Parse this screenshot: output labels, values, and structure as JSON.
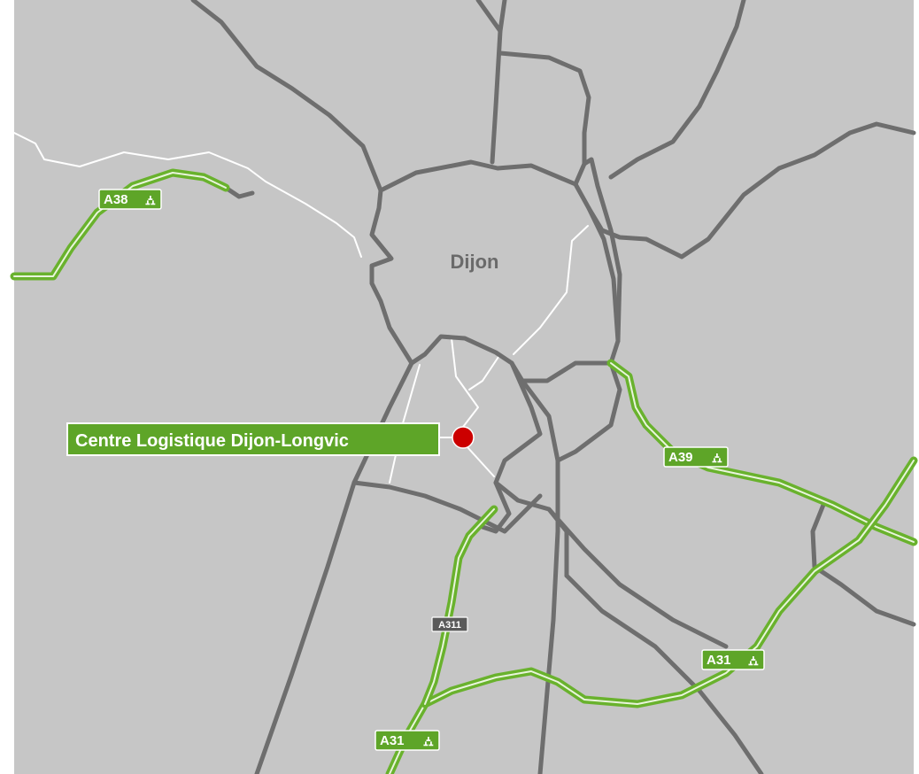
{
  "map": {
    "city": "Dijon",
    "facility": "Centre Logistique Dijon-Longvic",
    "motorways": [
      {
        "ref": "A38",
        "icon": "motorway-icon"
      },
      {
        "ref": "A39",
        "icon": "motorway-icon"
      },
      {
        "ref": "A31",
        "icon": "motorway-icon"
      },
      {
        "ref": "A31",
        "icon": "motorway-icon"
      }
    ],
    "route_tag": "A311",
    "colors": {
      "background": "#c6c6c6",
      "road": "#6e6e6e",
      "motorway": "#69b22d",
      "marker": "#cc0000",
      "label_bg": "#5ea528"
    }
  }
}
